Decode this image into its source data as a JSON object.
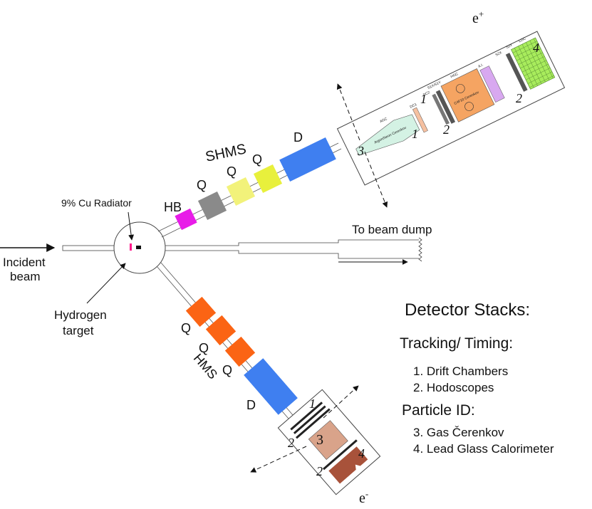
{
  "incident_beam": "Incident\nbeam",
  "radiator_label": "9% Cu Radiator",
  "target_label": "Hydrogen\ntarget",
  "beam_dump_label": "To beam dump",
  "shms": {
    "name": "SHMS",
    "magnets": [
      "HB",
      "Q",
      "Q",
      "Q",
      "D"
    ],
    "particle": "e+",
    "hut_numbers": [
      "1",
      "1",
      "2",
      "2",
      "3",
      "4"
    ],
    "small_labels": [
      "AGC",
      "Argon/Neon Cerenkov",
      "DC1",
      "DC2",
      "S1X/S1Y",
      "HGC",
      "C4F10 Cerenkov",
      "A.I.",
      "S2X",
      "S2Y",
      "LGC"
    ]
  },
  "hms": {
    "name": "HMS",
    "magnets": [
      "Q",
      "Q",
      "Q",
      "D"
    ],
    "particle": "e-",
    "hut_numbers": [
      "1",
      "2",
      "2",
      "3",
      "4"
    ]
  },
  "colors": {
    "hb": "#e81ce8",
    "shms_q1": "#8a8a8a",
    "shms_q2": "#f2f27a",
    "shms_q3": "#e8f03c",
    "dipole": "#3f7ff0",
    "hms_q": "#fb6414",
    "hgc": "#f5a462",
    "ngc": "#d4f2e4",
    "shms_cal": "#a8ec5c",
    "aerogel": "#d8a8f0",
    "hms_cer": "#d9a38a",
    "hms_cal": "#a8523a",
    "radiator": "#ff1a8c"
  },
  "legend": {
    "title": "Detector Stacks:",
    "tracking_title": "Tracking/ Timing:",
    "tracking_items": [
      "1. Drift Chambers",
      "2. Hodoscopes"
    ],
    "pid_title": "Particle ID:",
    "pid_items": [
      "3. Gas Čerenkov",
      "4. Lead Glass Calorimeter"
    ]
  }
}
